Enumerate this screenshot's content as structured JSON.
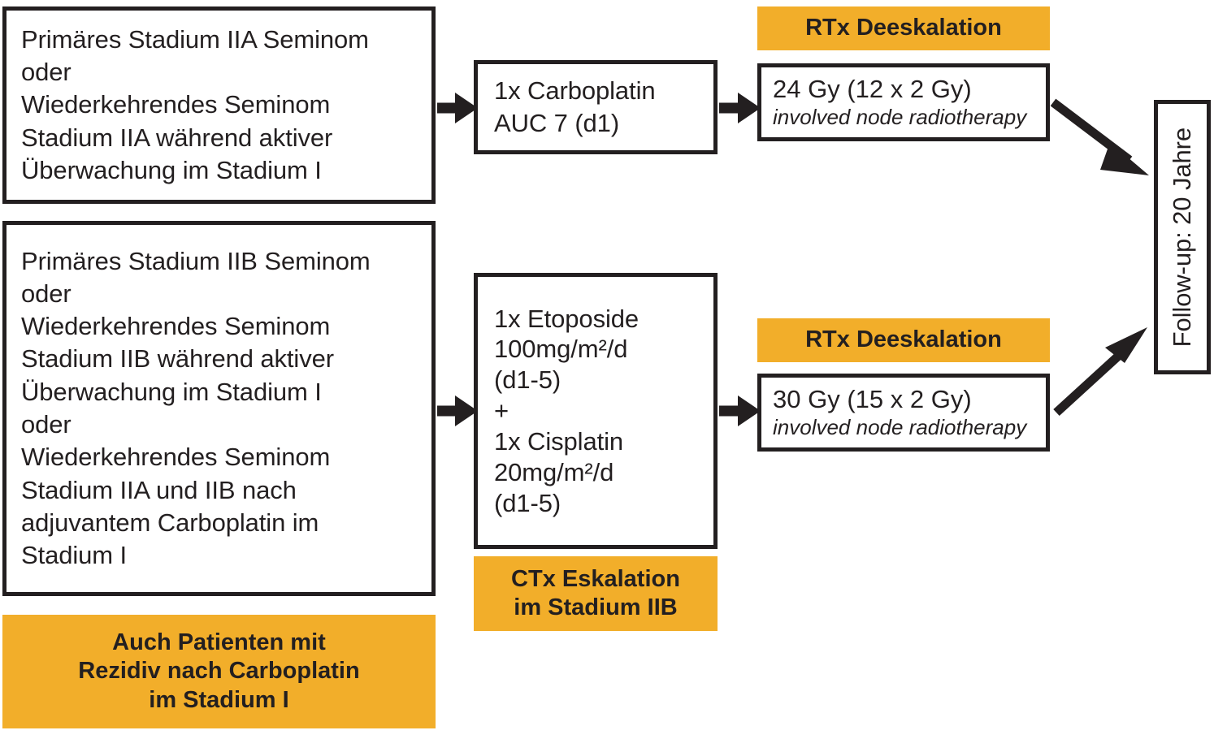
{
  "diagram": {
    "title": "Seminoma stage II treatment flow diagram",
    "accent_color": "#F2AE2A",
    "line_color": "#231f20",
    "background": "#ffffff"
  },
  "nodes": {
    "stage_iia": {
      "text": "Primäres Stadium IIA Seminom\noder\nWiederkehrendes Seminom\nStadium IIA während aktiver\nÜberwachung im Stadium I"
    },
    "stage_iib": {
      "text": "Primäres Stadium IIB Seminom\noder\nWiederkehrendes Seminom\nStadium IIB während aktiver\nÜberwachung im Stadium I\noder\nWiederkehrendes Seminom\nStadium IIA und IIB nach\nadjuvantem Carboplatin im\nStadium I"
    },
    "relapse_banner": {
      "text": "Auch Patienten mit\nRezidiv nach Carboplatin\nim Stadium I"
    },
    "carboplatin": {
      "text": "1x Carboplatin\nAUC 7 (d1)"
    },
    "etoposide_cisplatin": {
      "text": "1x Etoposide\n100mg/m²/d\n(d1-5)\n+\n1x Cisplatin\n20mg/m²/d\n(d1-5)"
    },
    "ctx_banner": {
      "text": "CTx Eskalation\nim Stadium IIB"
    },
    "rtx_banner_top": {
      "text": "RTx Deeskalation"
    },
    "dose_24gy": {
      "main": "24 Gy (12 x 2 Gy)",
      "sub": "involved node radiotherapy"
    },
    "rtx_banner_bottom": {
      "text": "RTx Deeskalation"
    },
    "dose_30gy": {
      "main": "30 Gy (15 x 2 Gy)",
      "sub": "involved node radiotherapy"
    },
    "followup": {
      "text": "Follow-up: 20 Jahre"
    }
  },
  "arrows": [
    {
      "name": "arrow-stage-iia-to-carboplatin",
      "direction": "right"
    },
    {
      "name": "arrow-carboplatin-to-24gy",
      "direction": "right"
    },
    {
      "name": "arrow-24gy-to-followup",
      "direction": "down-right"
    },
    {
      "name": "arrow-stage-iib-to-chemo",
      "direction": "right"
    },
    {
      "name": "arrow-chemo-to-30gy",
      "direction": "right"
    },
    {
      "name": "arrow-30gy-to-followup",
      "direction": "up-right"
    }
  ]
}
